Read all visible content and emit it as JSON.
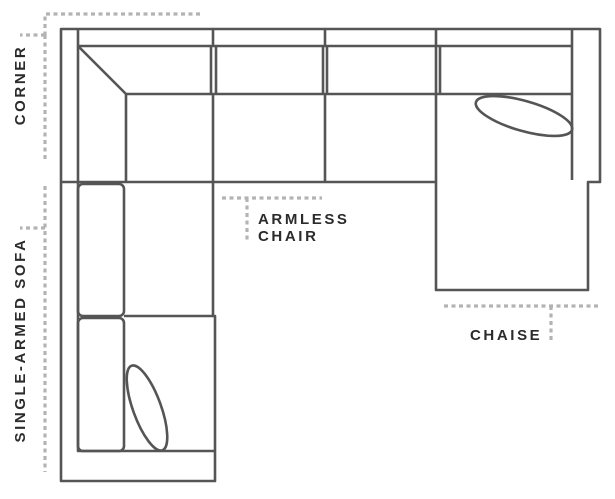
{
  "labels": {
    "corner": "CORNER",
    "single_armed_sofa": "SINGLE-ARMED SOFA",
    "armless_chair_line1": "ARMLESS",
    "armless_chair_line2": "CHAIR",
    "chaise": "CHAISE"
  },
  "colors": {
    "outline": "#555555",
    "callout": "#b3b3b3",
    "text": "#2b2b2b",
    "background": "#ffffff"
  }
}
